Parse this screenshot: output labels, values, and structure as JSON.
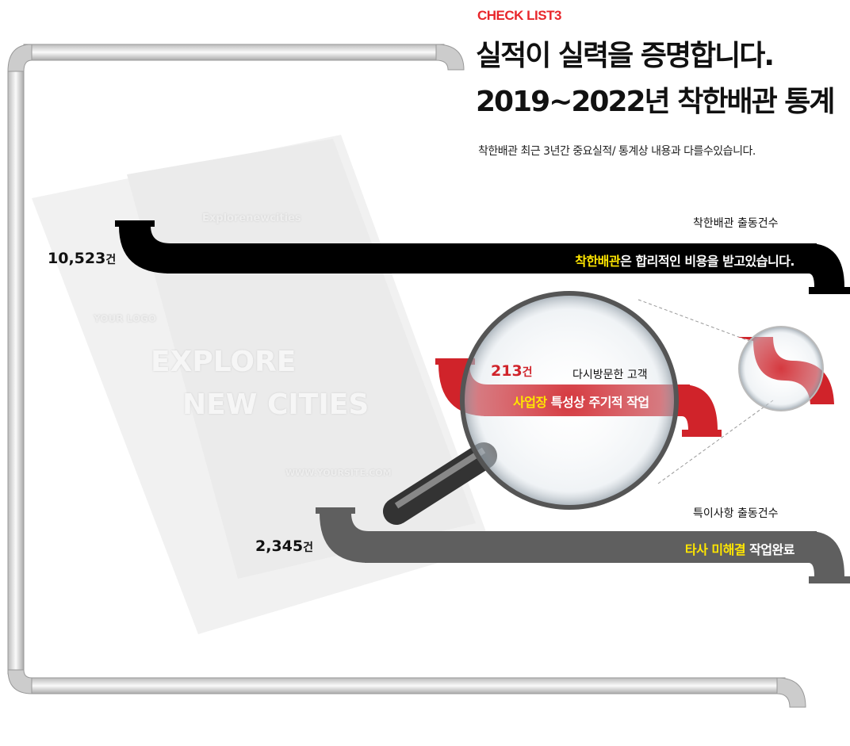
{
  "header": {
    "checklist": "CHECK LIST3",
    "title_line1": "실적이 실력을 증명합니다.",
    "title_line2": "2019~2022년 착한배관 통계",
    "subtitle": "착한배관 최근 3년간 중요실적/ 통계상 내용과 다를수있습니다."
  },
  "stats": [
    {
      "label": "착한배관  출동건수",
      "count": "10,523",
      "unit": "건",
      "highlight": "착한배관",
      "text": "은 합리적인 비용을 받고있습니다.",
      "color": "#000000"
    },
    {
      "label": "다시방문한  고객",
      "count": "213",
      "unit": "건",
      "highlight": "사업장",
      "text": " 특성상 주기적 작업",
      "color": "#d0232a"
    },
    {
      "label": "특이사항  출동건수",
      "count": "2,345",
      "unit": "건",
      "highlight": "타사 미해결",
      "text": " 작업완료",
      "color": "#5f5f5f"
    }
  ],
  "mockup": {
    "small": "Explorenewcities",
    "logo": "YOUR LOGO",
    "heading1": "EXPLORE",
    "heading2": "NEW CITIES",
    "site": "WWW.YOURSITE.COM"
  },
  "colors": {
    "accent": "#e8262b",
    "highlight": "#ffe600"
  }
}
